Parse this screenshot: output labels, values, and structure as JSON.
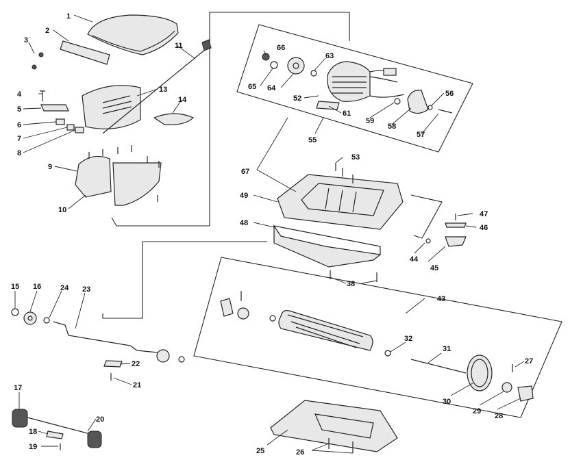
{
  "callouts": [
    {
      "id": "1",
      "label": "1"
    },
    {
      "id": "2",
      "label": "2"
    },
    {
      "id": "3",
      "label": "3"
    },
    {
      "id": "4",
      "label": "4"
    },
    {
      "id": "5",
      "label": "5"
    },
    {
      "id": "6",
      "label": "6"
    },
    {
      "id": "7",
      "label": "7"
    },
    {
      "id": "8",
      "label": "8"
    },
    {
      "id": "9",
      "label": "9"
    },
    {
      "id": "10",
      "label": "10"
    },
    {
      "id": "11",
      "label": "11"
    },
    {
      "id": "13",
      "label": "13"
    },
    {
      "id": "14",
      "label": "14"
    },
    {
      "id": "15",
      "label": "15"
    },
    {
      "id": "16",
      "label": "16"
    },
    {
      "id": "17",
      "label": "17"
    },
    {
      "id": "18",
      "label": "18"
    },
    {
      "id": "19",
      "label": "19"
    },
    {
      "id": "20",
      "label": "20"
    },
    {
      "id": "21",
      "label": "21"
    },
    {
      "id": "22",
      "label": "22"
    },
    {
      "id": "23",
      "label": "23"
    },
    {
      "id": "24",
      "label": "24"
    },
    {
      "id": "25",
      "label": "25"
    },
    {
      "id": "26",
      "label": "26"
    },
    {
      "id": "27",
      "label": "27"
    },
    {
      "id": "28",
      "label": "28"
    },
    {
      "id": "29",
      "label": "29"
    },
    {
      "id": "30",
      "label": "30"
    },
    {
      "id": "31",
      "label": "31"
    },
    {
      "id": "32",
      "label": "32"
    },
    {
      "id": "38",
      "label": "38"
    },
    {
      "id": "43",
      "label": "43"
    },
    {
      "id": "44",
      "label": "44"
    },
    {
      "id": "45",
      "label": "45"
    },
    {
      "id": "46",
      "label": "46"
    },
    {
      "id": "47",
      "label": "47"
    },
    {
      "id": "48",
      "label": "48"
    },
    {
      "id": "49",
      "label": "49"
    },
    {
      "id": "52",
      "label": "52"
    },
    {
      "id": "53",
      "label": "53"
    },
    {
      "id": "55",
      "label": "55"
    },
    {
      "id": "56",
      "label": "56"
    },
    {
      "id": "57",
      "label": "57"
    },
    {
      "id": "58",
      "label": "58"
    },
    {
      "id": "59",
      "label": "59"
    },
    {
      "id": "61",
      "label": "61"
    },
    {
      "id": "63",
      "label": "63"
    },
    {
      "id": "64",
      "label": "64"
    },
    {
      "id": "65",
      "label": "65"
    },
    {
      "id": "66",
      "label": "66"
    },
    {
      "id": "67",
      "label": "67"
    }
  ]
}
